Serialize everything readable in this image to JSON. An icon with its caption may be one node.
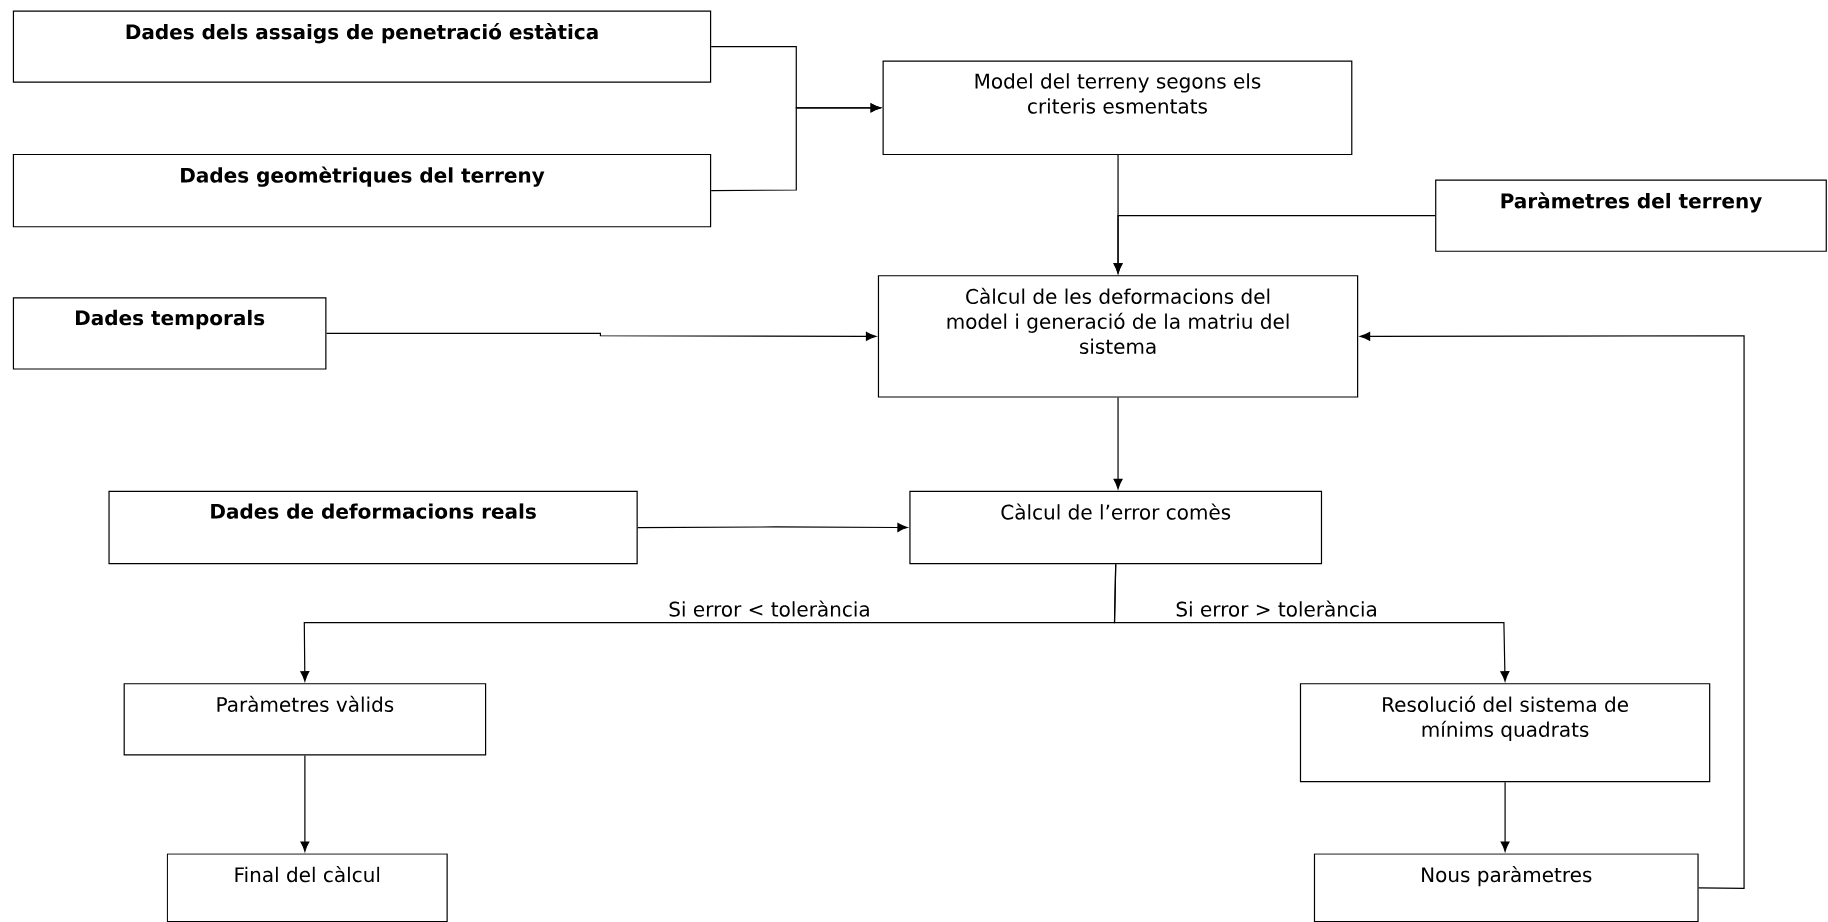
{
  "diagram": {
    "nodes": [
      {
        "text": [
          "Dades dels assaigs de penetració estàtica"
        ]
      },
      {
        "text": [
          "Dades geomètriques del terreny"
        ]
      },
      {
        "text": [
          "Model del terreny segons els criteris esmentats"
        ]
      },
      {
        "text": [
          "Paràmetres del terreny"
        ]
      },
      {
        "text": [
          "Dades temporals"
        ]
      },
      {
        "text": [
          "Càlcul de les deformacions del model i generació de la matriu del sistema"
        ]
      },
      {
        "text": [
          "Dades de deformacions reals"
        ]
      },
      {
        "text": [
          "Càlcul de l’error comès"
        ]
      },
      {
        "text": [
          "Paràmetres vàlids"
        ]
      },
      {
        "text": [
          "Resolució del sistema de mínims quadrats"
        ]
      },
      {
        "text": [
          "Final del càlcul"
        ]
      },
      {
        "text": [
          "Nous paràmetres"
        ]
      }
    ],
    "edges": [
      {
        "from": 0,
        "to": 2,
        "arrow": "to"
      },
      {
        "from": 1,
        "to": 2,
        "arrow": "to"
      },
      {
        "from": 2,
        "to": 5,
        "arrow": "to"
      },
      {
        "from": 3,
        "to": 5,
        "arrow": "to"
      },
      {
        "from": 4,
        "to": 5,
        "arrow": "to"
      },
      {
        "from": 5,
        "to": 7,
        "arrow": "to"
      },
      {
        "from": 6,
        "to": 7,
        "arrow": "to"
      },
      {
        "from": 7,
        "to": 8,
        "arrow": "to",
        "label": "Si error < tolerància"
      },
      {
        "from": 7,
        "to": 9,
        "arrow": "to",
        "label": "Si error > tolerància"
      },
      {
        "from": 8,
        "to": 10,
        "arrow": "to"
      },
      {
        "from": 9,
        "to": 11,
        "arrow": "to"
      },
      {
        "from": 11,
        "to": 5,
        "arrow": "to"
      }
    ]
  }
}
